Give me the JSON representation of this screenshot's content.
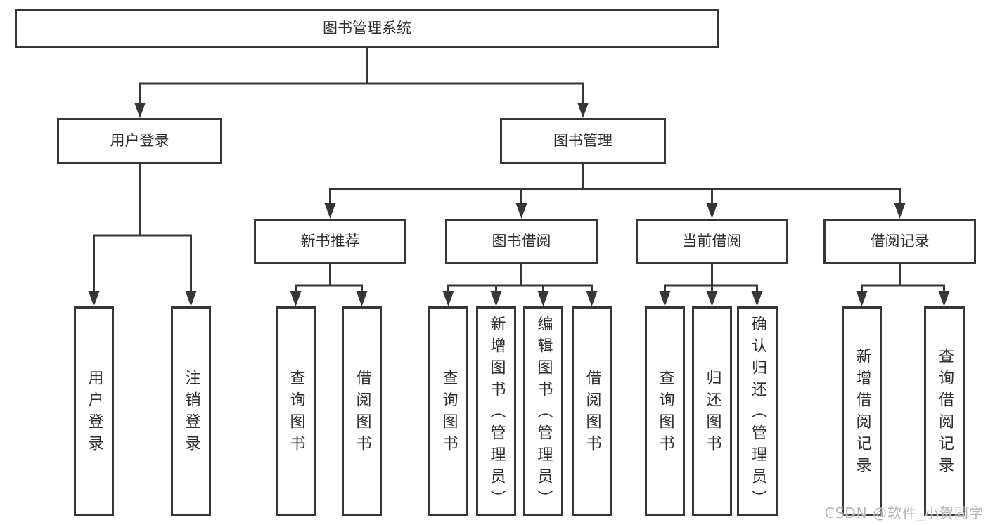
{
  "diagram": {
    "title": "图书管理系统",
    "children": [
      {
        "label": "用户登录",
        "children": [
          {
            "label": "用户登录"
          },
          {
            "label": "注销登录"
          }
        ]
      },
      {
        "label": "图书管理",
        "children": [
          {
            "label": "新书推荐",
            "children": [
              {
                "label": "查询图书"
              },
              {
                "label": "借阅图书"
              }
            ]
          },
          {
            "label": "图书借阅",
            "children": [
              {
                "label": "查询图书"
              },
              {
                "label": "新增图书（管理员）"
              },
              {
                "label": "编辑图书（管理员）"
              },
              {
                "label": "借阅图书"
              }
            ]
          },
          {
            "label": "当前借阅",
            "children": [
              {
                "label": "查询图书"
              },
              {
                "label": "归还图书"
              },
              {
                "label": "确认归还（管理员）"
              }
            ]
          },
          {
            "label": "借阅记录",
            "children": [
              {
                "label": "新增借阅记录"
              },
              {
                "label": "查询借阅记录"
              }
            ]
          }
        ]
      }
    ]
  },
  "watermark": {
    "text": "CSDN @软件_小贺同学",
    "color": "#b5b5b5"
  },
  "colors": {
    "line": "#363636",
    "box_border": "#363636",
    "text": "#2e2e2e",
    "background": "#ffffff"
  }
}
